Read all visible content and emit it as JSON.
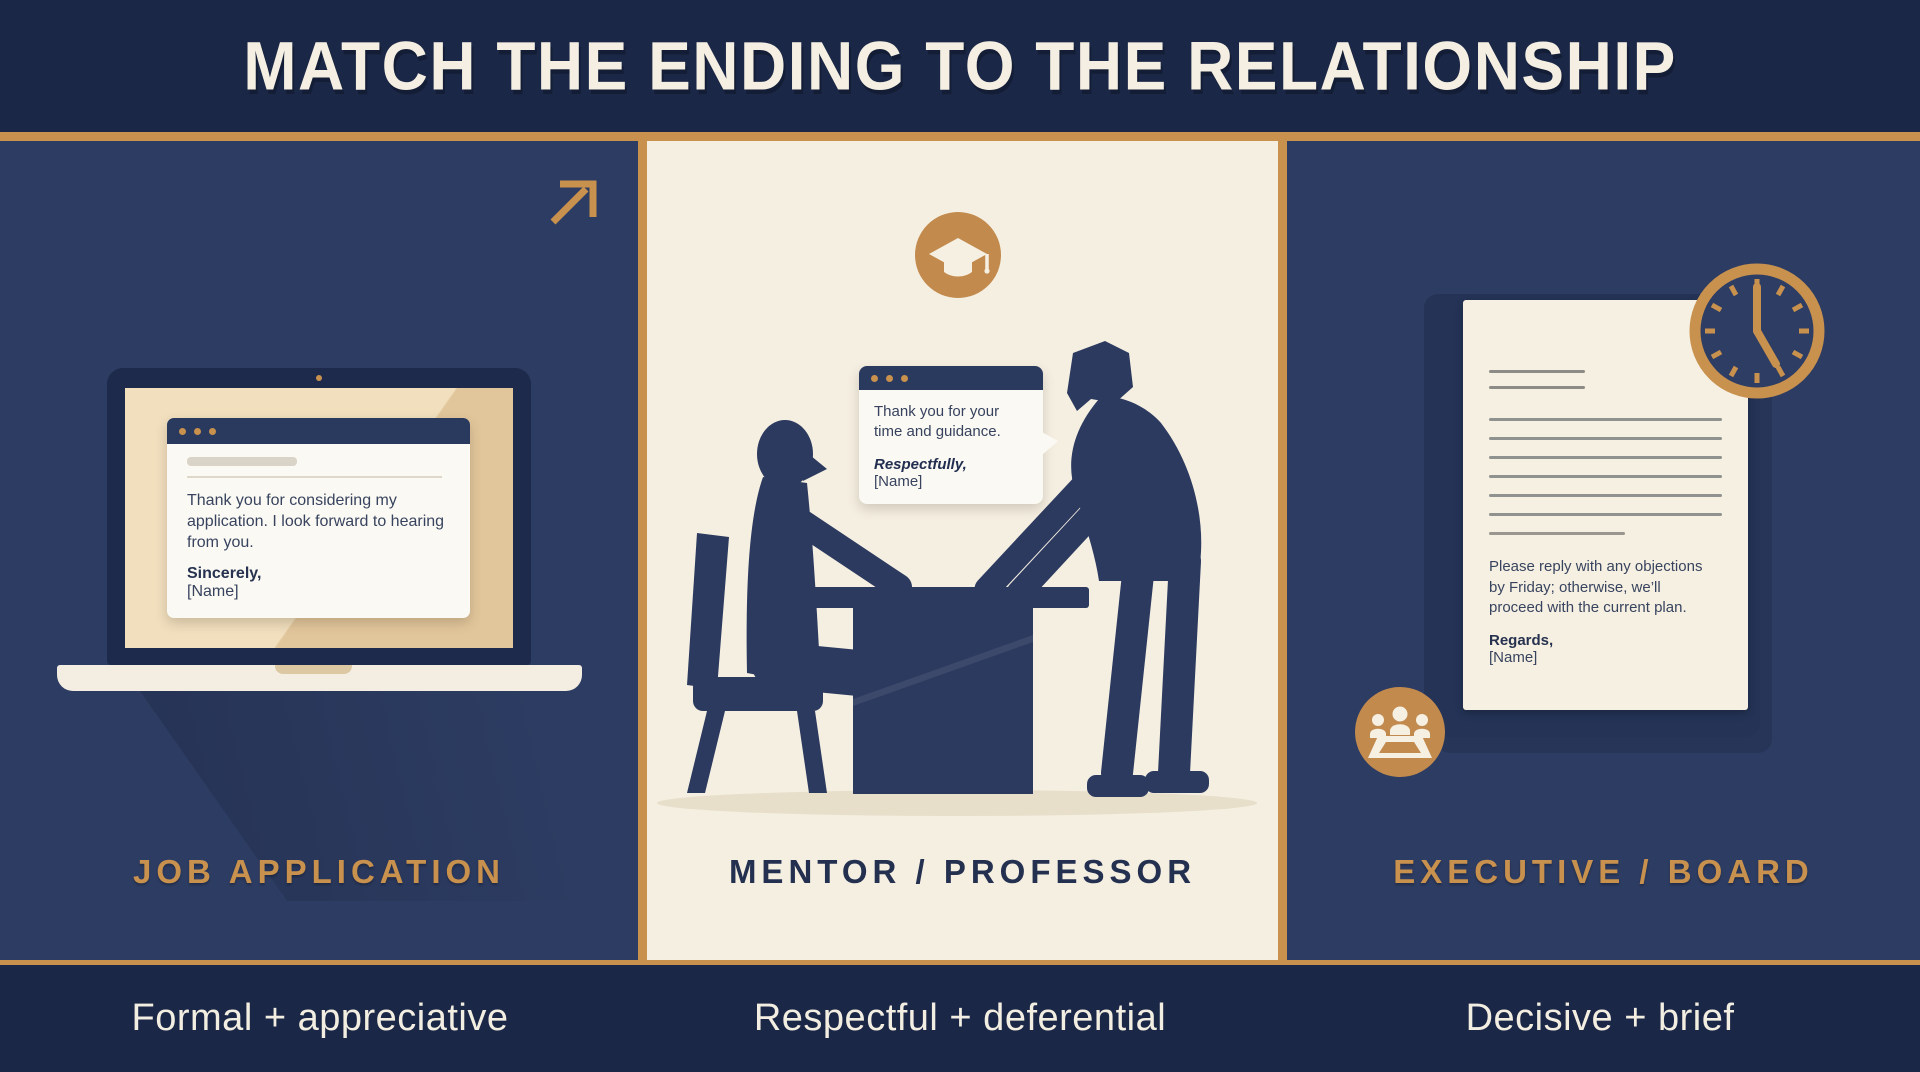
{
  "colors": {
    "header_navy": "#1b2746",
    "panel_navy": "#2d3c62",
    "cream": "#f5efe2",
    "gold_accent": "#c9914e",
    "card_white": "#fbf9f3",
    "silhouette_navy": "#2c3a5f",
    "text_navy": "#38445f"
  },
  "header": {
    "title": "MATCH THE ENDING TO THE RELATIONSHIP"
  },
  "icons": [
    "arrow-up-right-icon",
    "window-dots-icon",
    "graduation-cap-icon",
    "clock-icon",
    "boardroom-meeting-icon"
  ],
  "panels": {
    "job": {
      "label": "JOB APPLICATION",
      "caption": "Formal + appreciative",
      "email": {
        "body": "Thank you for considering my application. I look forward to hearing from you.",
        "closing": "Sincerely,",
        "name": "[Name]"
      }
    },
    "mentor": {
      "label": "MENTOR / PROFESSOR",
      "caption": "Respectful + deferential",
      "email": {
        "body": "Thank you for your time and guidance.",
        "closing": "Respectfully,",
        "name": "[Name]"
      }
    },
    "executive": {
      "label": "EXECUTIVE / BOARD",
      "caption": "Decisive + brief",
      "email": {
        "body": "Please reply with any objections by Friday; otherwise, we’ll proceed with the current plan.",
        "closing": "Regards,",
        "name": "[Name]"
      }
    }
  }
}
